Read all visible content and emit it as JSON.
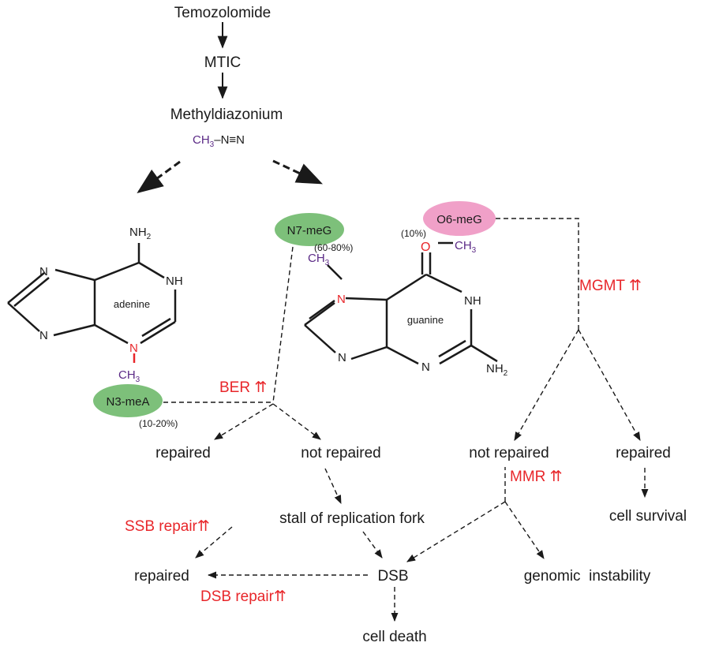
{
  "pathway": {
    "temozolomide": "Temozolomide",
    "mtic": "MTIC",
    "methyldiazonium": "Methyldiazonium",
    "formula_ch": "CH",
    "formula_sub": "3",
    "formula_tail": "–N≡N"
  },
  "adenine": {
    "name": "adenine",
    "nh2_main": "NH",
    "nh2_sub": "2",
    "nh": "NH",
    "n_top": "N",
    "n_left": "N",
    "n3": "N",
    "ch3_main": "CH",
    "ch3_sub": "3"
  },
  "guanine": {
    "name": "guanine",
    "n7": "N",
    "n_bottom_left": "N",
    "n_bottom": "N",
    "nh": "NH",
    "o": "O",
    "o_ch3_main": "CH",
    "o_ch3_sub": "3",
    "n7_ch3_main": "CH",
    "n7_ch3_sub": "3",
    "nh2_main": "NH",
    "nh2_sub": "2"
  },
  "lesions": {
    "n7": {
      "label": "N7-meG",
      "pct": "(60-80%)",
      "color": "#7dc07a"
    },
    "o6": {
      "label": "O6-meG",
      "pct": "(10%)",
      "color": "#f0a0c8"
    },
    "n3": {
      "label": "N3-meA",
      "pct": "(10-20%)",
      "color": "#7dc07a"
    }
  },
  "repair": {
    "ber": "BER ⇈",
    "mgmt": "MGMT ⇈",
    "mmr": "MMR ⇈",
    "ssb": "SSB repair⇈",
    "dsb": "DSB repair⇈"
  },
  "outcomes": {
    "repaired_ber": "repaired",
    "not_repaired_ber": "not repaired",
    "not_repaired_mgmt": "not repaired",
    "repaired_mgmt": "repaired",
    "cell_survival": "cell survival",
    "stall": "stall of replication fork",
    "repaired_ssb": "repaired",
    "dsb": "DSB",
    "genomic": "genomic  instability",
    "cell_death": "cell death"
  },
  "colors": {
    "red": "#e8262a",
    "purple": "#5b2a86",
    "text": "#1a1a1a"
  }
}
